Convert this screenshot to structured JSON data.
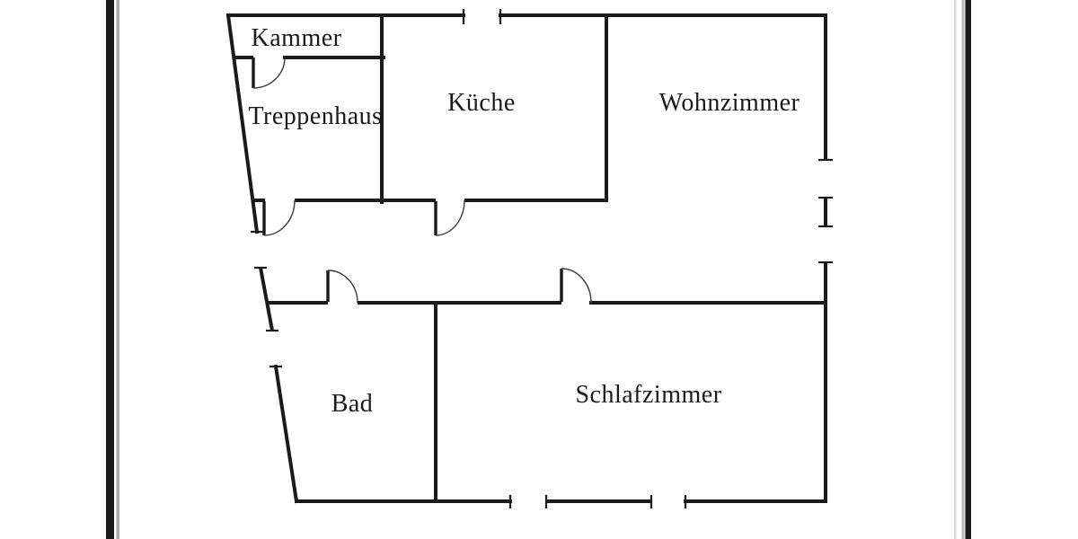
{
  "rooms": {
    "kammer": {
      "label": "Kammer"
    },
    "treppenhaus": {
      "label": "Treppenhaus"
    },
    "kueche": {
      "label": "Küche"
    },
    "wohnzimmer": {
      "label": "Wohnzimmer"
    },
    "bad": {
      "label": "Bad"
    },
    "schlafzimmer": {
      "label": "Schlafzimmer"
    }
  },
  "colors": {
    "wall": "#1a1a1a",
    "background": "#ffffff",
    "scan_edge_bar": "#1b1b1b",
    "scan_edge_gray": "#a9a9a9"
  }
}
